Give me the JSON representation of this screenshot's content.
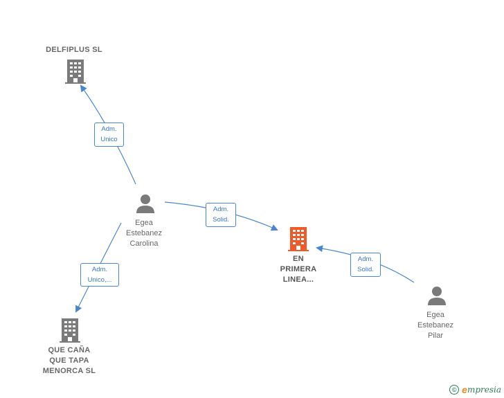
{
  "companies": [
    {
      "id": "delfiplus",
      "label": "DELFIPLUS SL",
      "focus": false
    },
    {
      "id": "en-primera",
      "label": "EN\nPRIMERA\nLINEA...",
      "focus": true
    },
    {
      "id": "que-cana",
      "label": "QUE CAÑA\nQUE TAPA\nMENORCA SL",
      "focus": false
    }
  ],
  "people": [
    {
      "id": "carolina",
      "label": "Egea\nEstebanez\nCarolina"
    },
    {
      "id": "pilar",
      "label": "Egea\nEstebanez\nPilar"
    }
  ],
  "relations": [
    {
      "id": "rel-1",
      "label": "Adm.\nUnico"
    },
    {
      "id": "rel-2",
      "label": "Adm.\nSolid."
    },
    {
      "id": "rel-3",
      "label": "Adm.\nUnico,..."
    },
    {
      "id": "rel-4",
      "label": "Adm.\nSolid."
    }
  ],
  "footer": {
    "copyright": "©",
    "brand_initial": "e",
    "brand_rest": "mpresia"
  },
  "colors": {
    "edge": "#4a86d0",
    "node_gray": "#7a7a7a",
    "focus": "#f05a28"
  }
}
